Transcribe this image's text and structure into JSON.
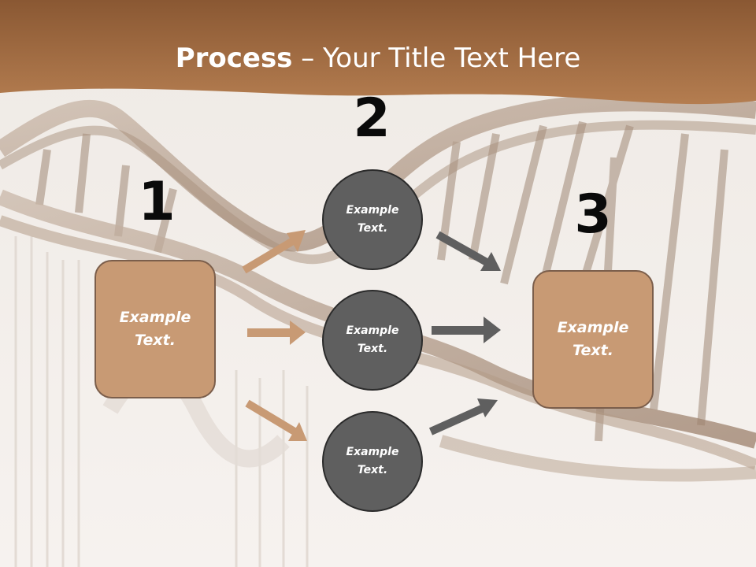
{
  "slide": {
    "title_bold": "Process",
    "title_rest": " – Your Title Text Here"
  },
  "steps": [
    {
      "number": "1",
      "text": "Example\nText."
    },
    {
      "number": "2",
      "items": [
        "Example\nText.",
        "Example\nText.",
        "Example\nText."
      ]
    },
    {
      "number": "3",
      "text": "Example\nText."
    }
  ],
  "colors": {
    "header_band": "#a56c40",
    "box_fill": "#c89a74",
    "box_border": "#7b5e4b",
    "circle_fill": "#5f5f5f",
    "arrow_tan": "#c89a74",
    "arrow_gray": "#5f5f5f"
  }
}
